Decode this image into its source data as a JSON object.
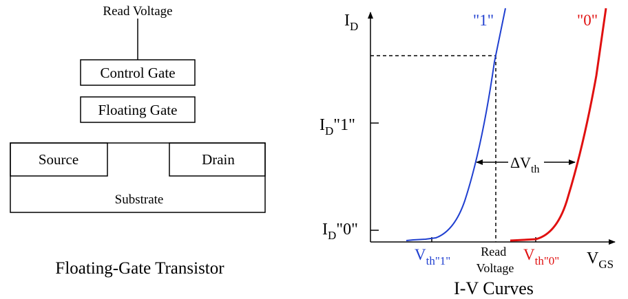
{
  "transistor": {
    "read_voltage_label": "Read Voltage",
    "control_gate_label": "Control Gate",
    "floating_gate_label": "Floating Gate",
    "source_label": "Source",
    "drain_label": "Drain",
    "substrate_label": "Substrate",
    "caption": "Floating-Gate Transistor"
  },
  "iv_plot": {
    "caption": "I-V Curves",
    "y_axis_label": {
      "main": "I",
      "sub": "D"
    },
    "x_axis_label": {
      "main": "V",
      "sub": "GS"
    },
    "y_ticks": [
      {
        "main": "I",
        "sub": "D",
        "suffix": "\"1\""
      },
      {
        "main": "I",
        "sub": "D",
        "suffix": "\"0\""
      }
    ],
    "curve_one_label": "\"1\"",
    "curve_zero_label": "\"0\"",
    "vth_one_label": {
      "main": "V",
      "sub": "th\"1\""
    },
    "vth_zero_label": {
      "main": "V",
      "sub": "th\"0\""
    },
    "read_voltage_label": [
      "Read",
      "Voltage"
    ],
    "delta_vth_label": {
      "main": "ΔV",
      "sub": "th"
    },
    "colors": {
      "curve_one": "#1f3fd0",
      "curve_zero": "#e01010",
      "axes": "#000000"
    }
  }
}
